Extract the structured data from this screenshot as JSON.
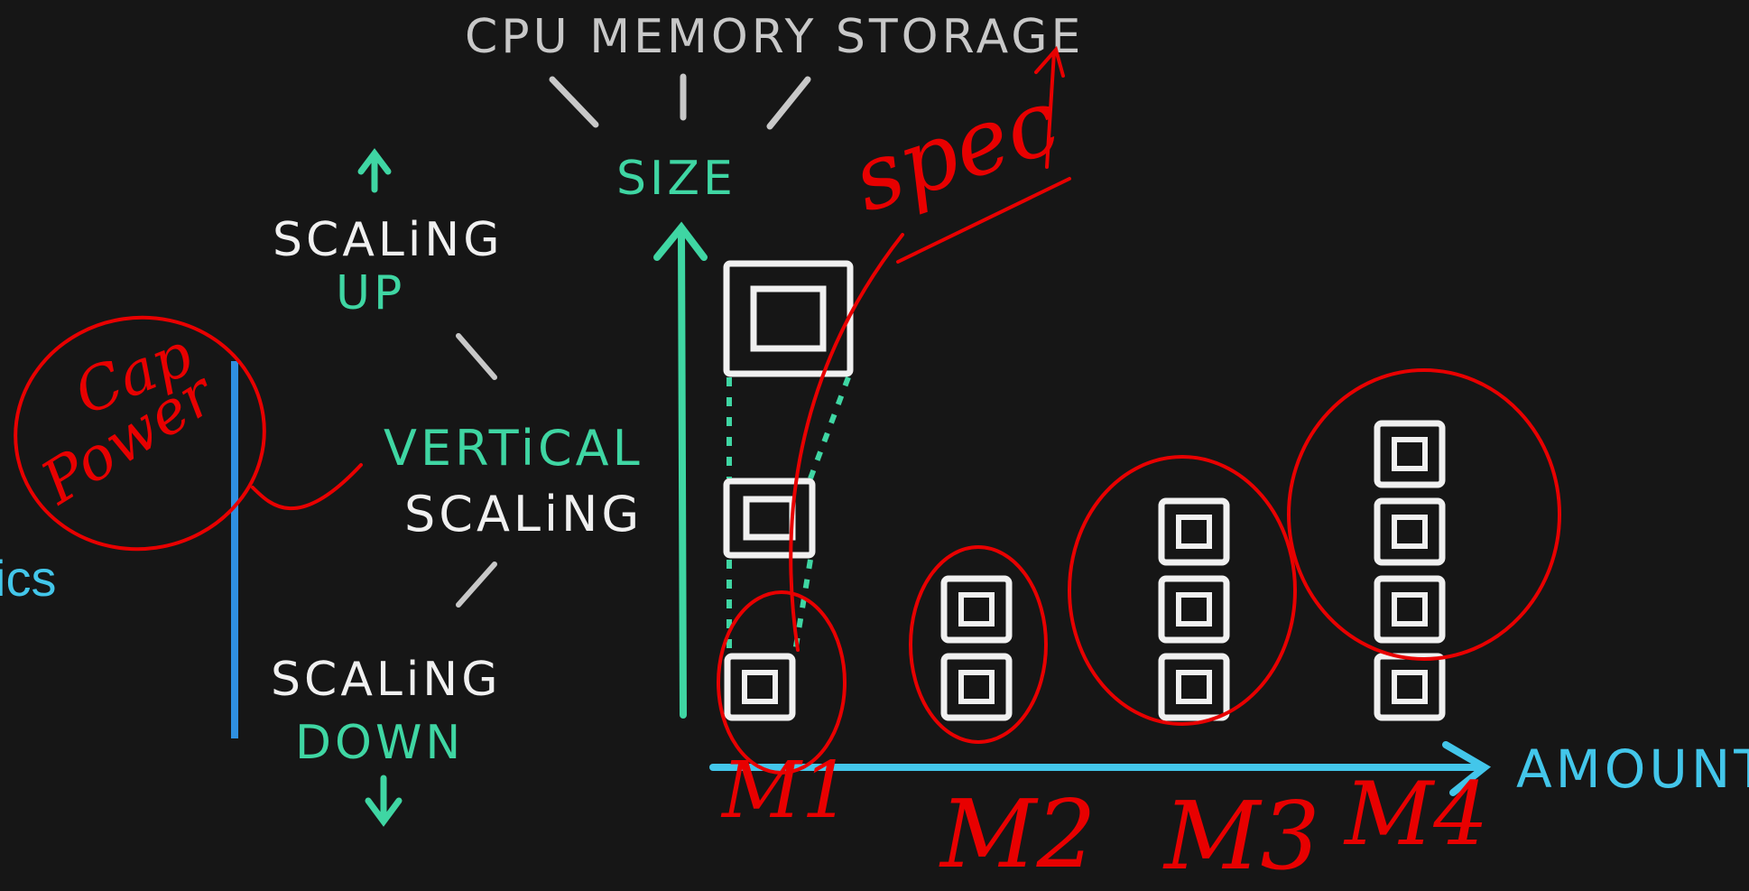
{
  "top_label": "CPU MEMORY STORAGE",
  "size_label": "SIZE",
  "scaling_up": {
    "line1": "SCALiNG",
    "line2": "UP"
  },
  "vertical_scaling": {
    "line1": "VERTiCAL",
    "line2": "SCALiNG"
  },
  "scaling_down": {
    "line1": "SCALiNG",
    "line2": "DOWN"
  },
  "edge_text": "ics",
  "x_axis_label": "AMOUNT",
  "handwritten": {
    "spec": "spec",
    "cap_power_line1": "Cap",
    "cap_power_line2": "Power",
    "machines": [
      "M1",
      "M2",
      "M3",
      "M4"
    ]
  },
  "colors": {
    "background": "#161616",
    "teal": "#3fd6a3",
    "white": "#f0f0f0",
    "gray": "#c8c8c8",
    "cyan": "#43c6ea",
    "blue": "#2f8fe0",
    "red": "#e80000"
  },
  "stacks": [
    {
      "machine": "M1",
      "count": 1
    },
    {
      "machine": "M2",
      "count": 2
    },
    {
      "machine": "M3",
      "count": 3
    },
    {
      "machine": "M4",
      "count": 4
    }
  ]
}
